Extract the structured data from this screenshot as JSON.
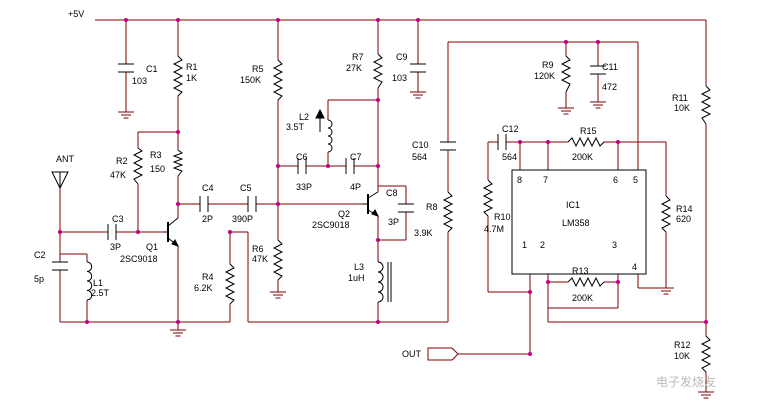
{
  "schematic": {
    "supply": "+5V",
    "ant": "ANT",
    "out": "OUT",
    "parts": {
      "C1": {
        "ref": "C1",
        "val": "103"
      },
      "R1": {
        "ref": "R1",
        "val": "1K"
      },
      "R5": {
        "ref": "R5",
        "val": "150K"
      },
      "R7": {
        "ref": "R7",
        "val": "27K"
      },
      "C9": {
        "ref": "C9",
        "val": "103"
      },
      "R9": {
        "ref": "R9",
        "val": "120K"
      },
      "C11": {
        "ref": "C11",
        "val": "472"
      },
      "R11": {
        "ref": "R11",
        "val": "10K"
      },
      "L2": {
        "ref": "L2",
        "val": "3.5T"
      },
      "R2": {
        "ref": "R2",
        "val": "47K"
      },
      "R3": {
        "ref": "R3",
        "val": "150"
      },
      "C6": {
        "ref": "C6",
        "val": "33P"
      },
      "C7": {
        "ref": "C7",
        "val": "4P"
      },
      "C10": {
        "ref": "C10",
        "val": "564"
      },
      "C12": {
        "ref": "C12",
        "val": "564"
      },
      "R15": {
        "ref": "R15",
        "val": "200K"
      },
      "C4": {
        "ref": "C4",
        "val": "2P"
      },
      "C5": {
        "ref": "C5",
        "val": "390P"
      },
      "C8": {
        "ref": "C8",
        "val": "3P"
      },
      "R8": {
        "ref": "R8",
        "val": "3.9K"
      },
      "R10": {
        "ref": "R10",
        "val": "4.7M"
      },
      "R14": {
        "ref": "R14",
        "val": "620"
      },
      "C3": {
        "ref": "C3",
        "val": "3P"
      },
      "Q1": {
        "ref": "Q1",
        "val": "2SC9018"
      },
      "Q2": {
        "ref": "Q2",
        "val": "2SC9018"
      },
      "C2": {
        "ref": "C2",
        "val": "5p"
      },
      "L1": {
        "ref": "L1",
        "val": "2.5T"
      },
      "R4": {
        "ref": "R4",
        "val": "6.2K"
      },
      "R6": {
        "ref": "R6",
        "val": "47K"
      },
      "L3": {
        "ref": "L3",
        "val": "1uH"
      },
      "R13": {
        "ref": "R13",
        "val": "200K"
      },
      "R12": {
        "ref": "R12",
        "val": "10K"
      }
    },
    "ic": {
      "ref": "IC1",
      "name": "LM358",
      "pins": {
        "p8": "8",
        "p7": "7",
        "p6": "6",
        "p5": "5",
        "p1": "1",
        "p2": "2",
        "p3": "3",
        "p4": "4"
      }
    },
    "watermark": "电子发烧友"
  }
}
